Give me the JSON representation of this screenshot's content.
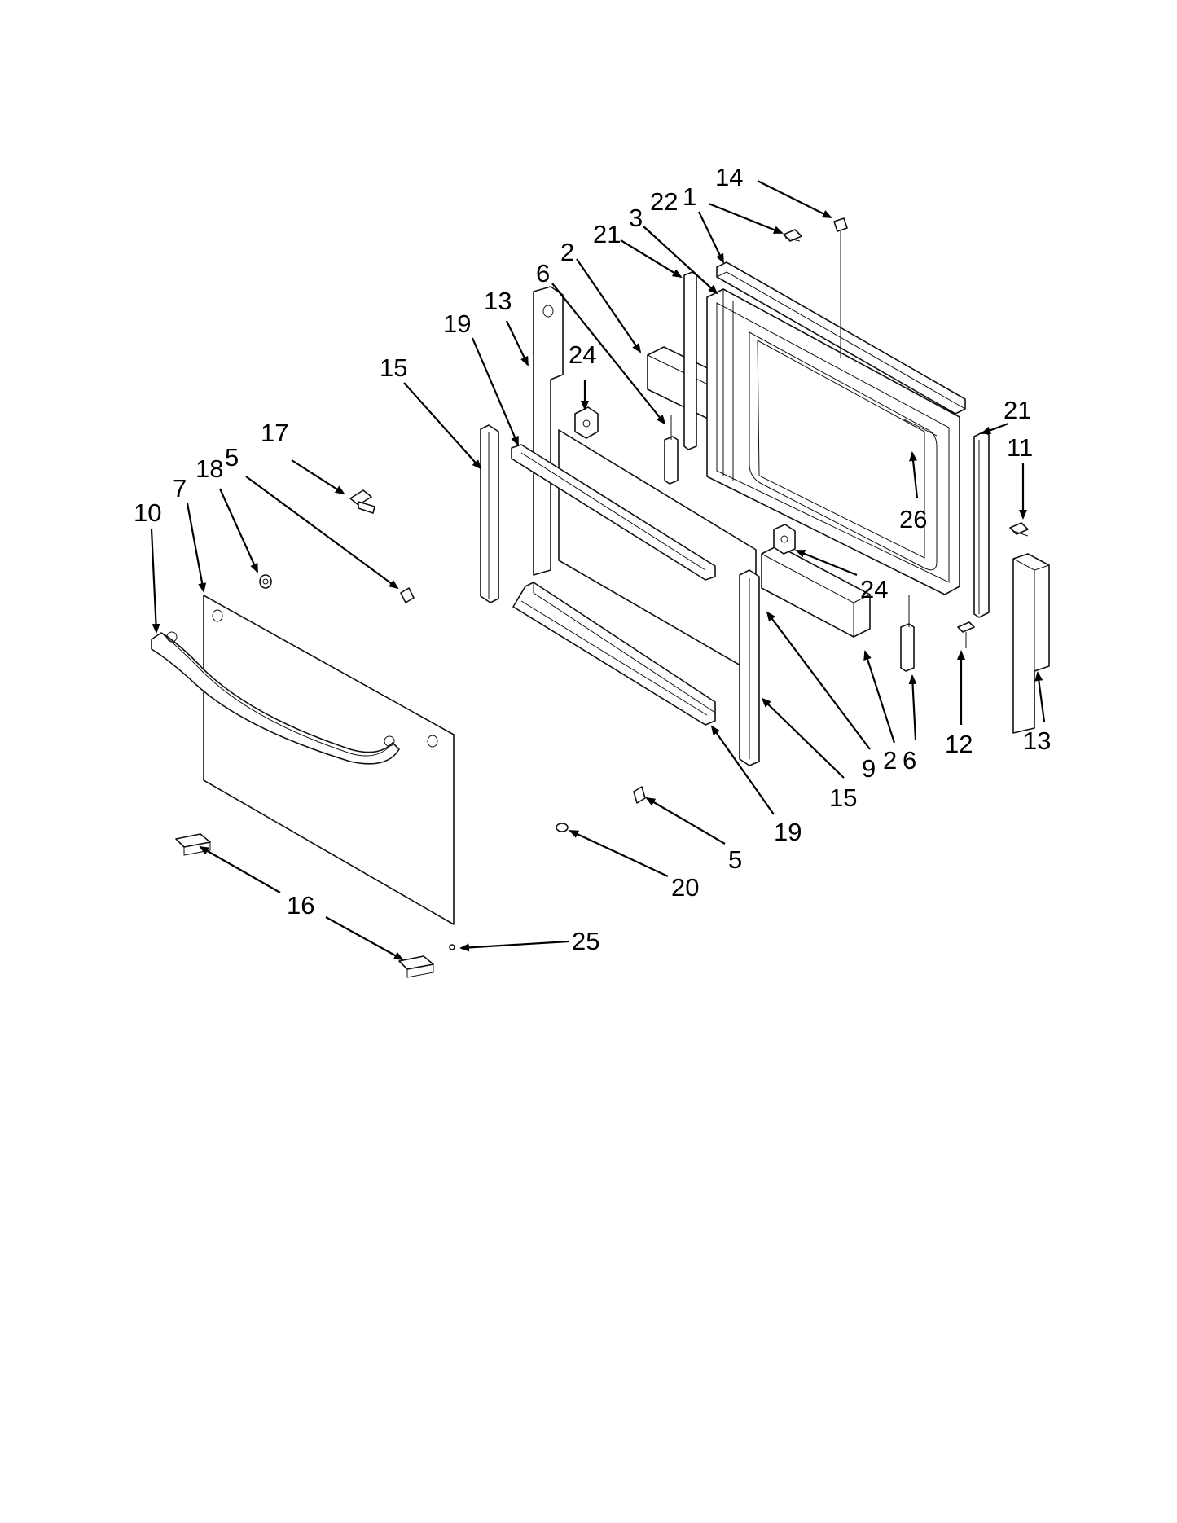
{
  "diagram": {
    "parts": {
      "door_panel_outer": {
        "name": "door-glass-outer"
      },
      "door_handle": {
        "name": "door-handle"
      },
      "inner_glass": {
        "name": "inner-glass-panel"
      },
      "frame": {
        "name": "inner-door-frame"
      },
      "insulation_upper": {
        "name": "insulation-strip-upper"
      },
      "insulation_lower": {
        "name": "insulation-strip-lower"
      },
      "side_trim_left": {
        "name": "side-trim-left"
      },
      "side_trim_right": {
        "name": "side-trim-right"
      },
      "channel_top": {
        "name": "glass-channel-top"
      },
      "channel_bottom": {
        "name": "glass-channel-bottom"
      },
      "insulation_left_vertical": {
        "name": "vertical-insulation-left"
      },
      "insulation_right_vertical": {
        "name": "vertical-insulation-right"
      }
    },
    "callouts": [
      {
        "id": "c14",
        "label": "14"
      },
      {
        "id": "c22",
        "label": "22"
      },
      {
        "id": "c1",
        "label": "1"
      },
      {
        "id": "c3",
        "label": "3"
      },
      {
        "id": "c21a",
        "label": "21"
      },
      {
        "id": "c2a",
        "label": "2"
      },
      {
        "id": "c6a",
        "label": "6"
      },
      {
        "id": "c13a",
        "label": "13"
      },
      {
        "id": "c19a",
        "label": "19"
      },
      {
        "id": "c24a",
        "label": "24"
      },
      {
        "id": "c15a",
        "label": "15"
      },
      {
        "id": "c17",
        "label": "17"
      },
      {
        "id": "c18",
        "label": "18"
      },
      {
        "id": "c5a",
        "label": "5"
      },
      {
        "id": "c7",
        "label": "7"
      },
      {
        "id": "c10",
        "label": "10"
      },
      {
        "id": "c21b",
        "label": "21"
      },
      {
        "id": "c11",
        "label": "11"
      },
      {
        "id": "c26",
        "label": "26"
      },
      {
        "id": "c24b",
        "label": "24"
      },
      {
        "id": "c12",
        "label": "12"
      },
      {
        "id": "c13b",
        "label": "13"
      },
      {
        "id": "c6b",
        "label": "6"
      },
      {
        "id": "c2b",
        "label": "2"
      },
      {
        "id": "c9",
        "label": "9"
      },
      {
        "id": "c15b",
        "label": "15"
      },
      {
        "id": "c19b",
        "label": "19"
      },
      {
        "id": "c5b",
        "label": "5"
      },
      {
        "id": "c20",
        "label": "20"
      },
      {
        "id": "c16",
        "label": "16"
      },
      {
        "id": "c25",
        "label": "25"
      }
    ]
  }
}
